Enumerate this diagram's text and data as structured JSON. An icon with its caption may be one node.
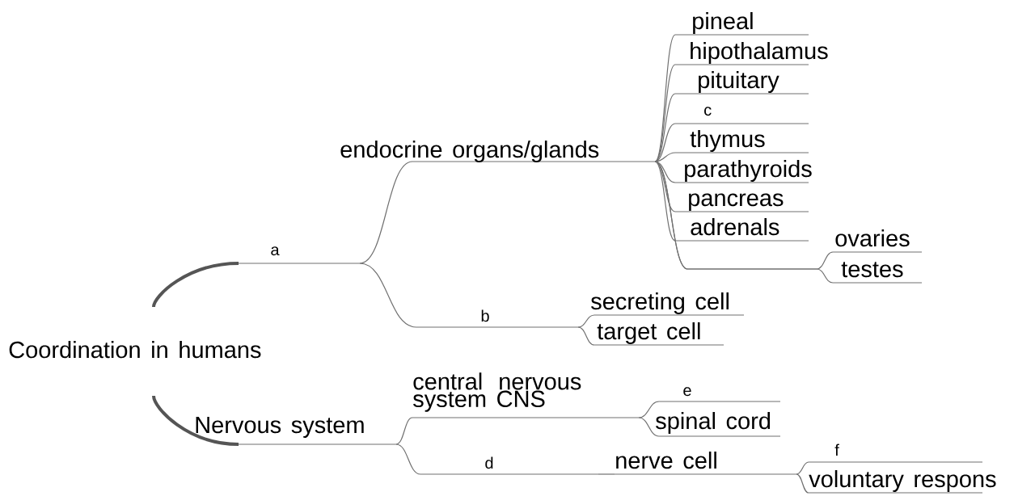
{
  "diagram": {
    "nodes": [
      {
        "text": [
          "Coordination in humans"
        ]
      },
      {
        "text": [
          "a"
        ]
      },
      {
        "text": [
          "endocrine organs/glands"
        ]
      },
      {
        "text": [
          "pineal"
        ]
      },
      {
        "text": [
          "hipothalamus"
        ]
      },
      {
        "text": [
          "pituitary"
        ]
      },
      {
        "text": [
          "c"
        ]
      },
      {
        "text": [
          "thymus"
        ]
      },
      {
        "text": [
          "parathyroids"
        ]
      },
      {
        "text": [
          "pancreas"
        ]
      },
      {
        "text": [
          "adrenals"
        ]
      },
      {
        "text": [
          "ovaries"
        ]
      },
      {
        "text": [
          "testes"
        ]
      },
      {
        "text": [
          "b"
        ]
      },
      {
        "text": [
          "secreting cell"
        ]
      },
      {
        "text": [
          "target cell"
        ]
      },
      {
        "text": [
          "Nervous system"
        ]
      },
      {
        "text": [
          "central nervous system CNS"
        ]
      },
      {
        "text": [
          "e"
        ]
      },
      {
        "text": [
          "spinal cord"
        ]
      },
      {
        "text": [
          "d"
        ]
      },
      {
        "text": [
          "nerve cell"
        ]
      },
      {
        "text": [
          "f"
        ]
      },
      {
        "text": [
          "voluntary respons"
        ]
      }
    ],
    "edges": [
      {
        "from": 0,
        "to": 1,
        "arrow": "none",
        "style": "thick",
        "color": "#555555"
      },
      {
        "from": 1,
        "to": 2,
        "arrow": "none"
      },
      {
        "from": 2,
        "to": 3,
        "arrow": "none"
      },
      {
        "from": 2,
        "to": 4,
        "arrow": "none"
      },
      {
        "from": 2,
        "to": 5,
        "arrow": "none"
      },
      {
        "from": 2,
        "to": 6,
        "arrow": "none"
      },
      {
        "from": 2,
        "to": 7,
        "arrow": "none"
      },
      {
        "from": 2,
        "to": 8,
        "arrow": "none"
      },
      {
        "from": 2,
        "to": 9,
        "arrow": "none"
      },
      {
        "from": 2,
        "to": 10,
        "arrow": "none"
      },
      {
        "from": 2,
        "to": 11,
        "arrow": "none"
      },
      {
        "from": 2,
        "to": 12,
        "arrow": "none"
      },
      {
        "from": 1,
        "to": 13,
        "arrow": "none"
      },
      {
        "from": 13,
        "to": 14,
        "arrow": "none"
      },
      {
        "from": 13,
        "to": 15,
        "arrow": "none"
      },
      {
        "from": 0,
        "to": 16,
        "arrow": "none",
        "style": "thick",
        "color": "#555555"
      },
      {
        "from": 16,
        "to": 17,
        "arrow": "none"
      },
      {
        "from": 17,
        "to": 18,
        "arrow": "none"
      },
      {
        "from": 17,
        "to": 19,
        "arrow": "none"
      },
      {
        "from": 16,
        "to": 20,
        "arrow": "none"
      },
      {
        "from": 20,
        "to": 21,
        "arrow": "none"
      },
      {
        "from": 21,
        "to": 22,
        "arrow": "none"
      },
      {
        "from": 21,
        "to": 23,
        "arrow": "none"
      }
    ]
  }
}
